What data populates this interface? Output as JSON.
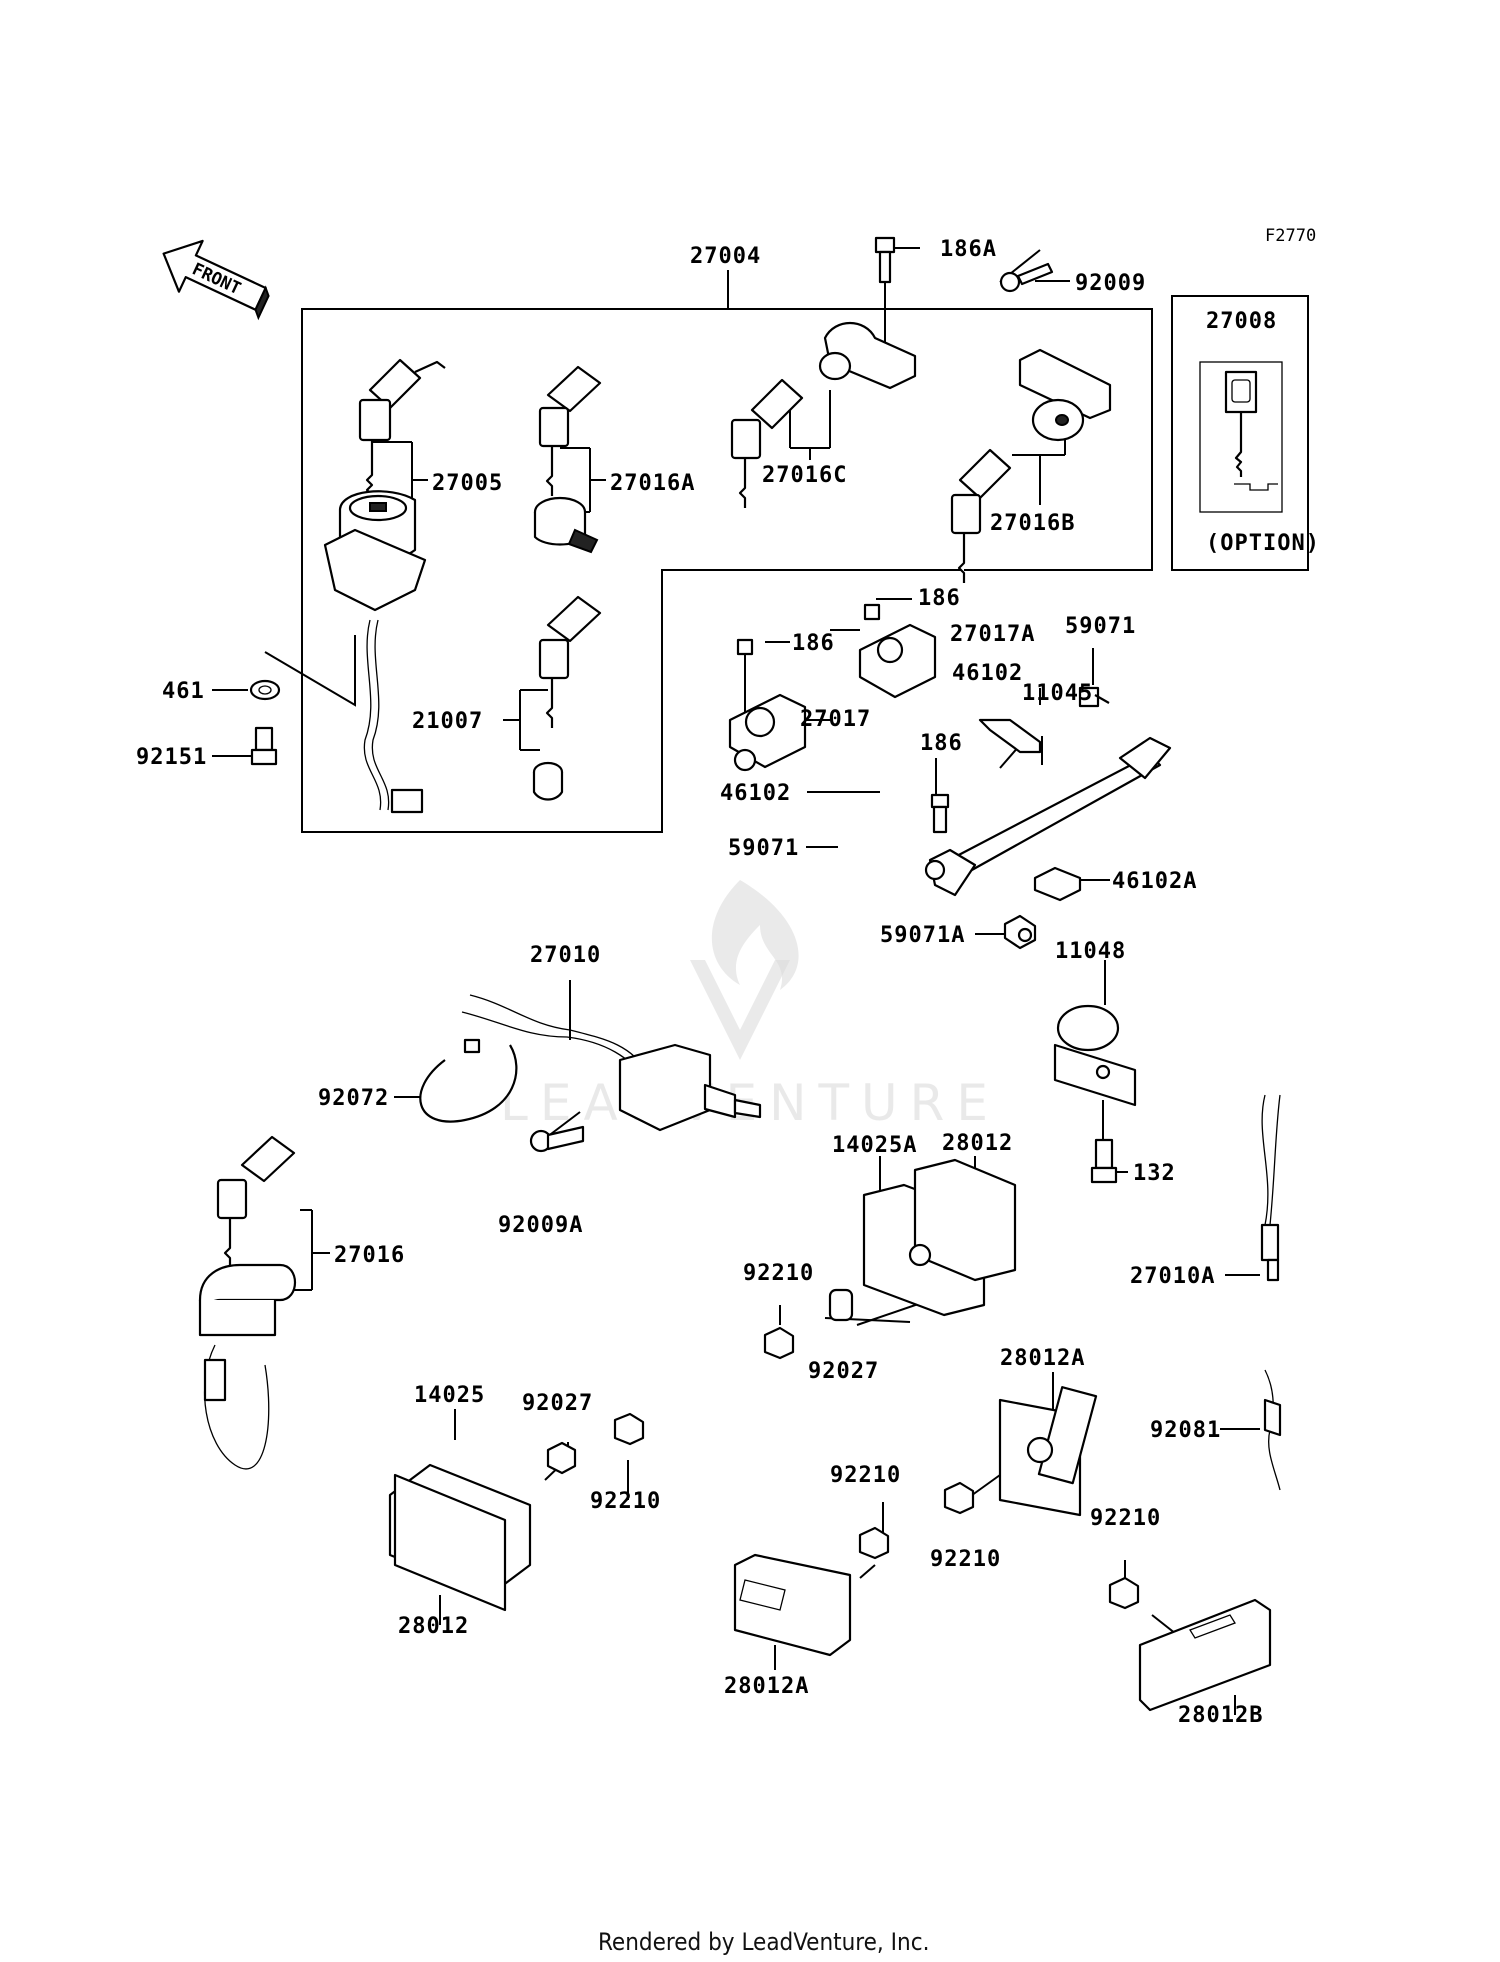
{
  "figure_code": "F2770",
  "front_label": "FRONT",
  "option_label": "(OPTION)",
  "footer": "Rendered by LeadVenture, Inc.",
  "watermark": "LEADVENTURE",
  "part_labels": {
    "p27004": "27004",
    "p186A": "186A",
    "p92009": "92009",
    "p27008": "27008",
    "p27005": "27005",
    "p27016A": "27016A",
    "p27016C": "27016C",
    "p27016B": "27016B",
    "p461": "461",
    "p92151": "92151",
    "p21007": "21007",
    "p186_a": "186",
    "p27017A": "27017A",
    "p186_b": "186",
    "p59071_a": "59071",
    "p27017": "27017",
    "p46102_a": "46102",
    "p11045": "11045",
    "p186_c": "186",
    "p46102_b": "46102",
    "p59071_b": "59071",
    "p46102A": "46102A",
    "p59071A": "59071A",
    "p27010": "27010",
    "p11048": "11048",
    "p92072": "92072",
    "p92009A": "92009A",
    "p14025A": "14025A",
    "p28012_a": "28012",
    "p132": "132",
    "p27016": "27016",
    "p92210_a": "92210",
    "p92027_a": "92027",
    "p27010A": "27010A",
    "p28012A_a": "28012A",
    "p14025": "14025",
    "p92027_b": "92027",
    "p92081": "92081",
    "p92210_b": "92210",
    "p92210_c": "92210",
    "p92210_d": "92210",
    "p92210_e": "92210",
    "p28012_b": "28012",
    "p28012A_b": "28012A",
    "p28012B": "28012B"
  }
}
